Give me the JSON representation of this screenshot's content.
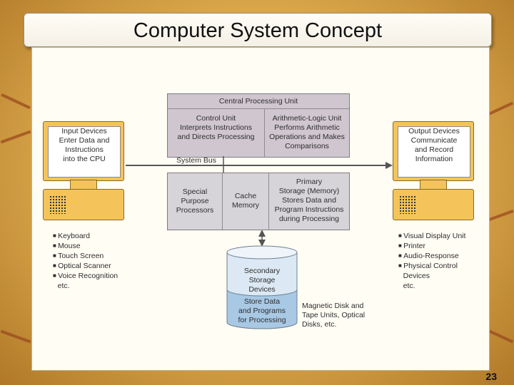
{
  "title": "Computer System Concept",
  "page_number": "23",
  "cpu": {
    "title": "Central Processing Unit",
    "control_unit": [
      "Control Unit",
      "Interprets Instructions",
      "and Directs Processing"
    ],
    "alu": [
      "Arithmetic-Logic Unit",
      "Performs Arithmetic",
      "Operations and Makes",
      "Comparisons"
    ]
  },
  "system_bus": "System Bus",
  "memory": {
    "special": [
      "Special",
      "Purpose",
      "Processors"
    ],
    "cache": [
      "Cache",
      "Memory"
    ],
    "primary": [
      "Primary",
      "Storage (Memory)",
      "Stores Data and",
      "Program Instructions",
      "during Processing"
    ]
  },
  "input": {
    "screen": [
      "Input Devices",
      "Enter Data and",
      "Instructions",
      "into the CPU"
    ],
    "items": [
      "Keyboard",
      "Mouse",
      "Touch Screen",
      "Optical Scanner",
      "Voice Recognition"
    ],
    "etc": "etc."
  },
  "output": {
    "screen": [
      "Output Devices",
      "Communicate",
      "and Record",
      "Information"
    ],
    "items": [
      "Visual Display Unit",
      "Printer",
      "Audio-Response",
      "Physical Control"
    ],
    "cont": "Devices",
    "etc": "etc."
  },
  "secondary": {
    "cyl_top": [
      "Secondary",
      "Storage",
      "Devices"
    ],
    "cyl_bottom": [
      "Store Data",
      "and Programs",
      "for Processing"
    ],
    "note": [
      "Magnetic Disk and",
      "Tape Units, Optical",
      "Disks, etc."
    ]
  },
  "colors": {
    "cpu_fill": "#cfc6cf",
    "mem_fill": "#d6d4d9",
    "device": "#f4c45a",
    "cylinder": "#a8c8e4"
  }
}
